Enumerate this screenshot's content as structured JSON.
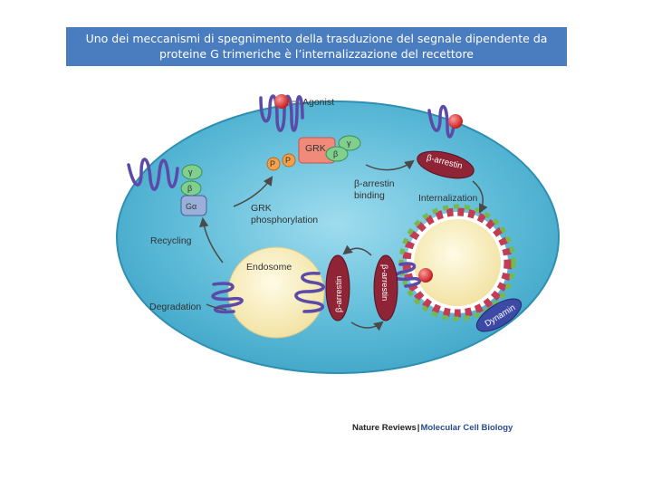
{
  "title": {
    "line1": "Uno dei meccanismi di spegnimento della trasduzione del segnale dipendente da",
    "line2": "proteine G trimeriche è l’internalizzazione del recettore"
  },
  "labels": {
    "agonist": "Agonist",
    "grk_box": "GRK",
    "gamma": "γ",
    "beta": "β",
    "g_alpha": "Gα",
    "phospho": "P",
    "grk_phosphorylation_1": "GRK",
    "grk_phosphorylation_2": "phosphorylation",
    "beta_arrestin_binding_1": "β-arrestin",
    "beta_arrestin_binding_2": "binding",
    "beta_arrestin": "β-arrestin",
    "internalization": "Internalization",
    "recycling": "Recycling",
    "endosome": "Endosome",
    "degradation": "Degradation",
    "dynamin": "Dynamin"
  },
  "credit": {
    "left": "Nature Reviews",
    "separator": "|",
    "right": "Molecular Cell Biology"
  },
  "colors": {
    "title_bg": "#4a7cc0",
    "cell": "#56b8d6",
    "receptor": "#5b4aa8",
    "agonist": "#d82a2a",
    "endosome": "#f8efc0",
    "arrestin": "#8e2436",
    "grk": "#f08a7a",
    "g_subunit": "#7fcf8f",
    "dynamin": "#3d4aa5",
    "arrows": "#4a4a4a"
  }
}
